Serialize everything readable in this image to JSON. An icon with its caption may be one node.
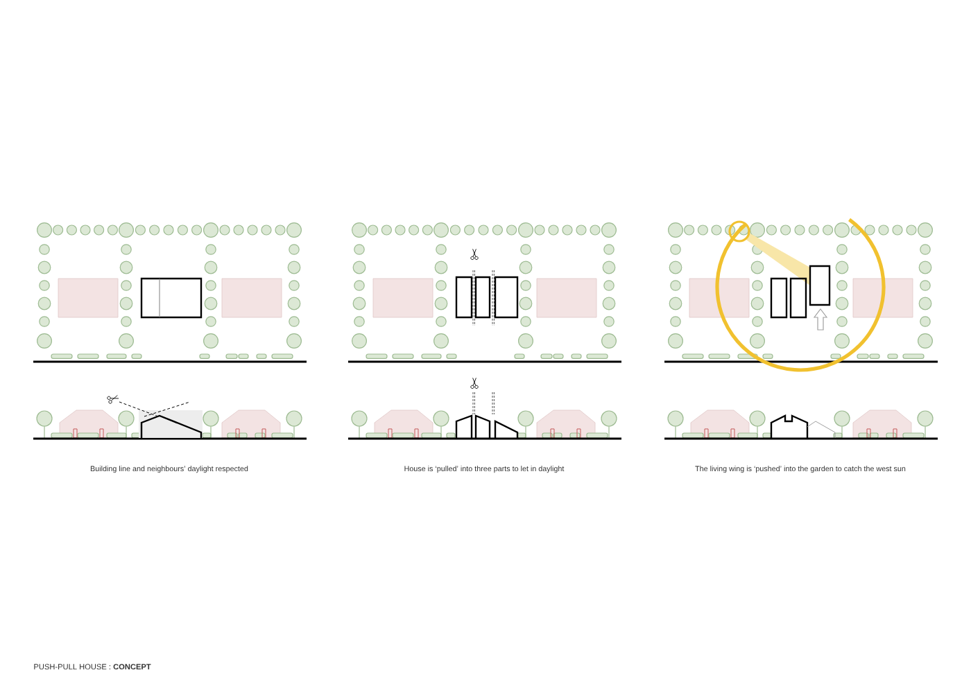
{
  "diagram": {
    "title": "PUSH-PULL HOUSE : **CONCEPT**",
    "labels": [
      "Building line and neighbours’ daylight respected",
      "House is ‘pulled’ into three parts to let in daylight",
      "The living wing is ‘pushed’ into the garden to catch the west sun"
    ]
  }
}
